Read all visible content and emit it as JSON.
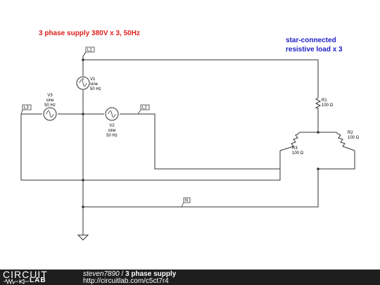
{
  "diagram": {
    "title": "3 phase supply 380V x 3, 50Hz",
    "load_title_line1": "star-connected",
    "load_title_line2": "resistive load x 3",
    "colors": {
      "red": "#e0201e",
      "blue": "#2020c8",
      "wire": "#333333"
    },
    "nodes": {
      "L1": "L1",
      "L2": "L2",
      "L3": "L3",
      "N": "N"
    },
    "sources": [
      {
        "name": "V1",
        "type": "sine",
        "freq": "50 Hz"
      },
      {
        "name": "V2",
        "type": "sine",
        "freq": "50 Hz"
      },
      {
        "name": "V3",
        "type": "sine",
        "freq": "50 Hz"
      }
    ],
    "resistors": [
      {
        "name": "R1",
        "value": "100 Ω"
      },
      {
        "name": "R2",
        "value": "100 Ω"
      },
      {
        "name": "R3",
        "value": "100 Ω"
      }
    ]
  },
  "footer": {
    "logo_top": "CIRCUIT",
    "logo_bottom": "LAB",
    "author": "steven7890",
    "separator": " / ",
    "project": "3 phase supply",
    "url": "http://circuitlab.com/c5ct7r4"
  }
}
